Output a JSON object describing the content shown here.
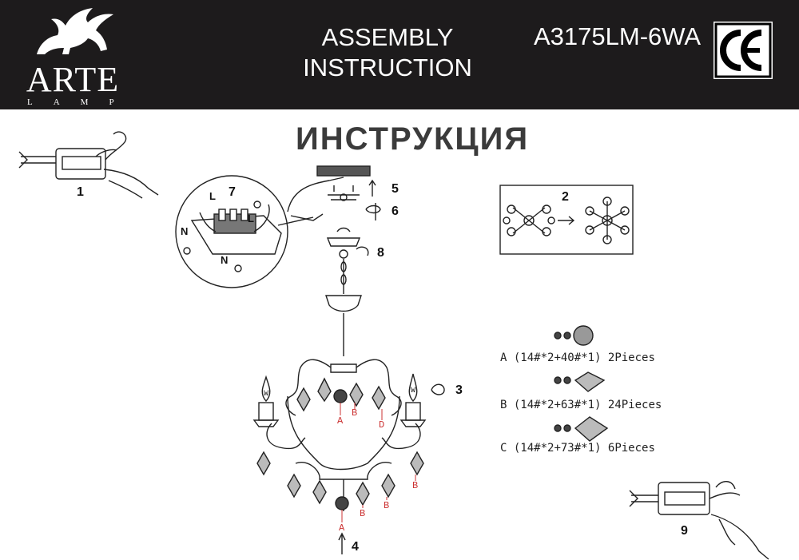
{
  "header": {
    "brand_name": "ARTE",
    "brand_sub": "LAMP",
    "title_line1": "ASSEMBLY",
    "title_line2": "INSTRUCTION",
    "model": "A3175LM-6WA",
    "mark": "CE"
  },
  "title_ru": "ИНСТРУКЦИЯ",
  "steps": [
    "1",
    "2",
    "3",
    "4",
    "5",
    "6",
    "7",
    "8",
    "9"
  ],
  "wiring_labels": {
    "l": "L",
    "n": "N"
  },
  "part_labels": [
    "A",
    "B",
    "D",
    "B",
    "B",
    "B",
    "A"
  ],
  "legend": [
    {
      "letter": "A",
      "spec": "(14#*2+40#*1)",
      "qty": "2Pieces"
    },
    {
      "letter": "B",
      "spec": "(14#*2+63#*1)",
      "qty": "24Pieces"
    },
    {
      "letter": "C",
      "spec": "(14#*2+73#*1)",
      "qty": "6Pieces"
    }
  ],
  "bulb_mark": "W",
  "colors": {
    "header_bg": "#1d1b1c",
    "part_label": "#cc3333"
  }
}
